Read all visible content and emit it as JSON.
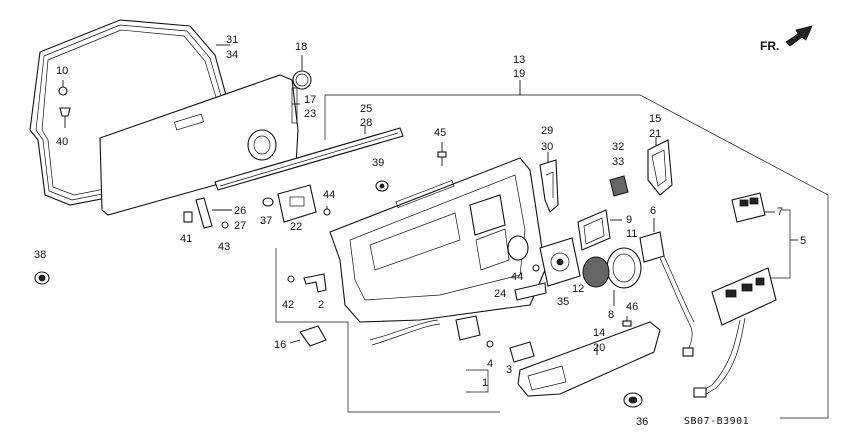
{
  "diagram": {
    "code": "SB07-B3901",
    "direction_label": "FR.",
    "labels": {
      "l31": "31",
      "l34": "34",
      "l18": "18",
      "l13": "13",
      "l19": "19",
      "l10": "10",
      "l40": "40",
      "l17": "17",
      "l23": "23",
      "l25": "25",
      "l28": "28",
      "l45": "45",
      "l29": "29",
      "l30": "30",
      "l15": "15",
      "l21": "21",
      "l32": "32",
      "l33": "33",
      "l39": "39",
      "l44a": "44",
      "l26": "26",
      "l27": "27",
      "l37": "37",
      "l22": "22",
      "l41": "41",
      "l43": "43",
      "l38": "38",
      "l9": "9",
      "l11": "11",
      "l6": "6",
      "l7": "7",
      "l5": "5",
      "l44b": "44",
      "l12": "12",
      "l24": "24",
      "l35": "35",
      "l8": "8",
      "l42": "42",
      "l2": "2",
      "l46": "46",
      "l16": "16",
      "l14": "14",
      "l20": "20",
      "l4": "4",
      "l3": "3",
      "l1": "1",
      "l36": "36"
    }
  }
}
